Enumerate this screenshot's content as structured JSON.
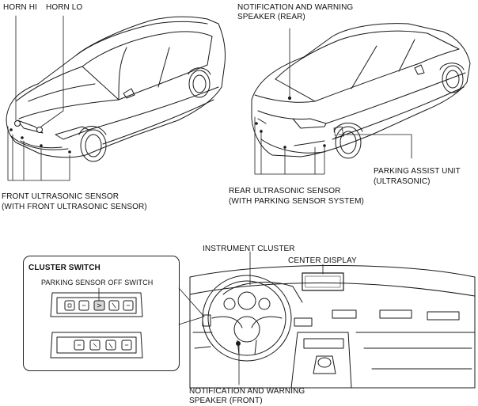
{
  "labels": {
    "horn_hi": "HORN HI",
    "horn_lo": "HORN LO",
    "front_sensor_line1": "FRONT ULTRASONIC SENSOR",
    "front_sensor_line2": "(WITH FRONT ULTRASONIC SENSOR)",
    "rear_speaker_line1": "NOTIFICATION AND WARNING",
    "rear_speaker_line2": "SPEAKER (REAR)",
    "parking_unit_line1": "PARKING ASSIST UNIT",
    "parking_unit_line2": "(ULTRASONIC)",
    "rear_sensor_line1": "REAR ULTRASONIC SENSOR",
    "rear_sensor_line2": "(WITH PARKING SENSOR SYSTEM)",
    "instrument_cluster": "INSTRUMENT CLUSTER",
    "center_display": "CENTER DISPLAY",
    "cluster_switch": "CLUSTER SWITCH",
    "parking_sensor_off_switch": "PARKING SENSOR OFF  SWITCH",
    "front_speaker_line1": "NOTIFICATION AND WARNING",
    "front_speaker_line2": "SPEAKER (FRONT)"
  }
}
